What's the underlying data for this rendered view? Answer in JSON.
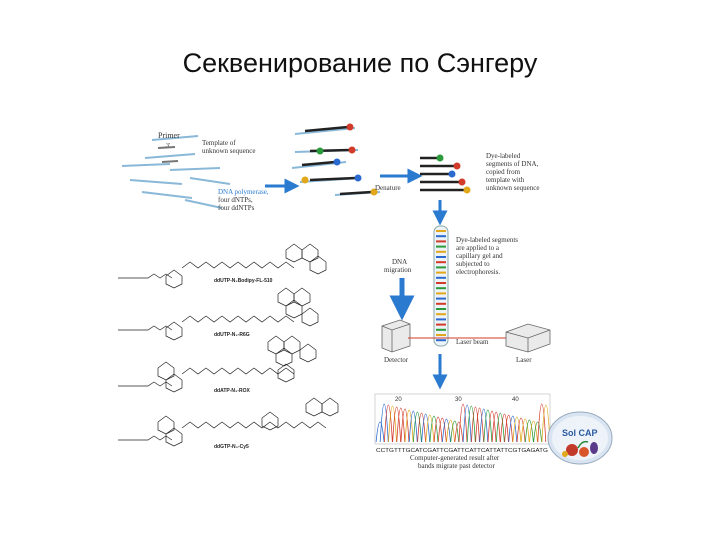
{
  "slide": {
    "title": "Секвенирование по Сэнгеру"
  },
  "diagram": {
    "primer_label": "Primer",
    "primer_num": "3'",
    "template_label_1": "Template of",
    "template_label_2": "unknown sequence",
    "polymerase_1": "DNA polymerase,",
    "polymerase_2": "four dNTPs,",
    "polymerase_3": "four ddNTPs",
    "denature": "Denature",
    "dye_1": "Dye-labeled",
    "dye_2": "segments of DNA,",
    "dye_3": "copied from",
    "dye_4": "template with",
    "dye_5": "unknown sequence",
    "fragment_bases": [
      "A",
      "T",
      "C",
      "T",
      "G"
    ],
    "gel_1": "Dye-labeled segments",
    "gel_2": "are applied to a",
    "gel_3": "capillary gel and",
    "gel_4": "subjected to",
    "gel_5": "electrophoresis.",
    "migration_1": "DNA",
    "migration_2": "migration",
    "laser_beam": "Laser beam",
    "detector": "Detector",
    "laser": "Laser",
    "chrom_ticks": [
      "20",
      "30",
      "40"
    ],
    "sequence": "CCTGTTTGCATCGATTCGATTCATTCATTATTCGTGAGATG",
    "result_1": "Computer-generated result after",
    "result_2": "bands migrate past detector",
    "logo": "Sol CAP",
    "structures": [
      "ddUTP-N₃Bodipy-FL-510",
      "ddUTP-N₃-R6G",
      "ddATP-N₃-ROX",
      "ddGTP-N₃-Cy5"
    ],
    "colors": {
      "A": "#2a9a3a",
      "T": "#d23a2a",
      "C": "#2a6ad0",
      "G": "#e0a81a",
      "arrow": "#2a7ad0"
    }
  }
}
